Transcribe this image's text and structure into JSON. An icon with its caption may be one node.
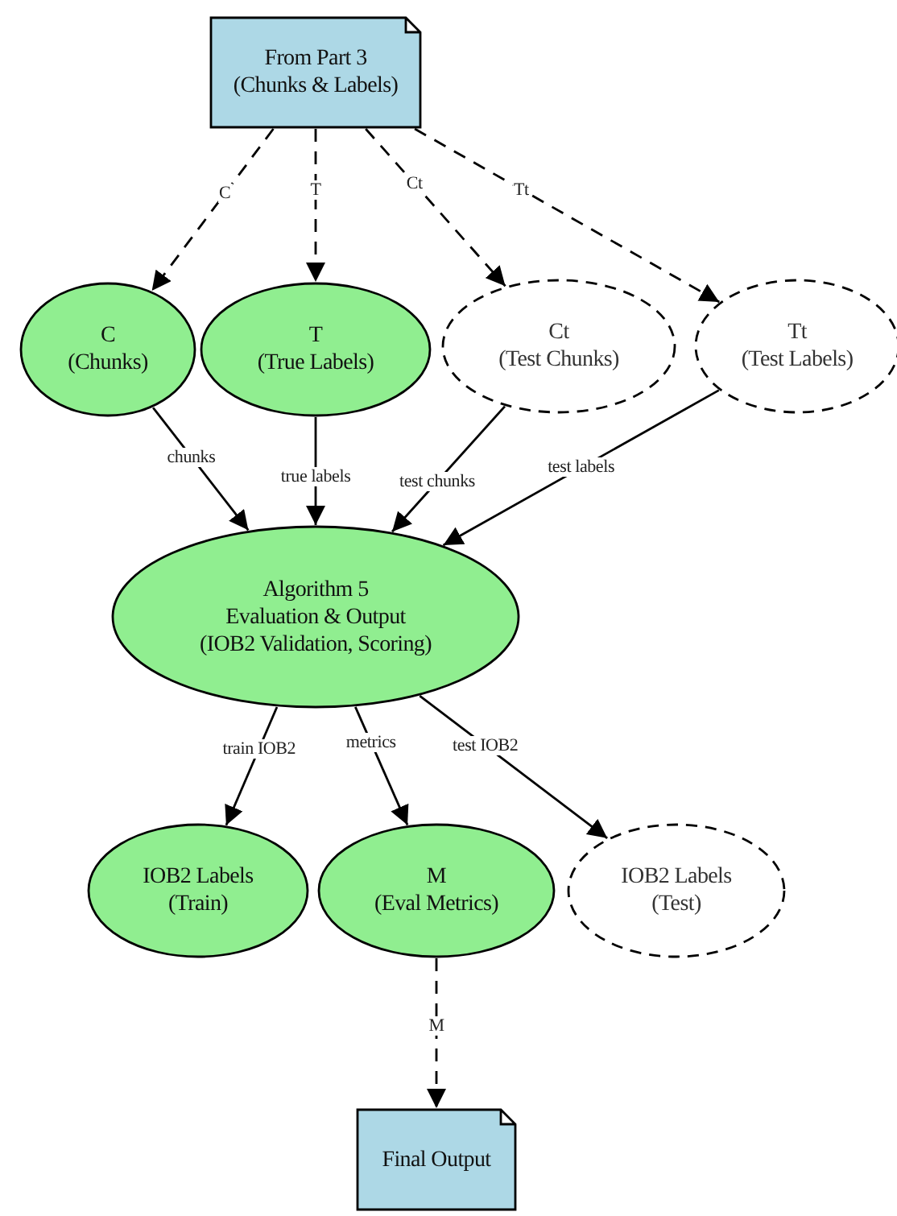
{
  "diagram": {
    "nodes": [
      {
        "text": [
          "From Part 3",
          "(Chunks & Labels)"
        ]
      },
      {
        "text": [
          "C",
          "(Chunks)"
        ]
      },
      {
        "text": [
          "T",
          "(True Labels)"
        ]
      },
      {
        "text": [
          "Ct",
          "(Test Chunks)"
        ]
      },
      {
        "text": [
          "Tt",
          "(Test Labels)"
        ]
      },
      {
        "text": [
          "Algorithm 5",
          "Evaluation & Output",
          "(IOB2 Validation, Scoring)"
        ]
      },
      {
        "text": [
          "IOB2 Labels",
          "(Train)"
        ]
      },
      {
        "text": [
          "M",
          "(Eval Metrics)"
        ]
      },
      {
        "text": [
          "IOB2 Labels",
          "(Test)"
        ]
      },
      {
        "text": [
          "Final Output"
        ]
      }
    ],
    "edges": [
      {
        "from": 0,
        "to": 1,
        "arrow": "to",
        "label": "C",
        "style": "dashed"
      },
      {
        "from": 0,
        "to": 2,
        "arrow": "to",
        "label": "T",
        "style": "dashed"
      },
      {
        "from": 0,
        "to": 3,
        "arrow": "to",
        "label": "Ct",
        "style": "dashed"
      },
      {
        "from": 0,
        "to": 4,
        "arrow": "to",
        "label": "Tt",
        "style": "dashed"
      },
      {
        "from": 1,
        "to": 5,
        "arrow": "to",
        "label": "chunks"
      },
      {
        "from": 2,
        "to": 5,
        "arrow": "to",
        "label": "true labels"
      },
      {
        "from": 3,
        "to": 5,
        "arrow": "to",
        "label": "test chunks"
      },
      {
        "from": 4,
        "to": 5,
        "arrow": "to",
        "label": "test labels"
      },
      {
        "from": 5,
        "to": 6,
        "arrow": "to",
        "label": "train IOB2"
      },
      {
        "from": 5,
        "to": 7,
        "arrow": "to",
        "label": "metrics"
      },
      {
        "from": 5,
        "to": 8,
        "arrow": "to",
        "label": "test IOB2"
      },
      {
        "from": 7,
        "to": 9,
        "arrow": "to",
        "label": "M",
        "style": "dashed"
      }
    ]
  }
}
